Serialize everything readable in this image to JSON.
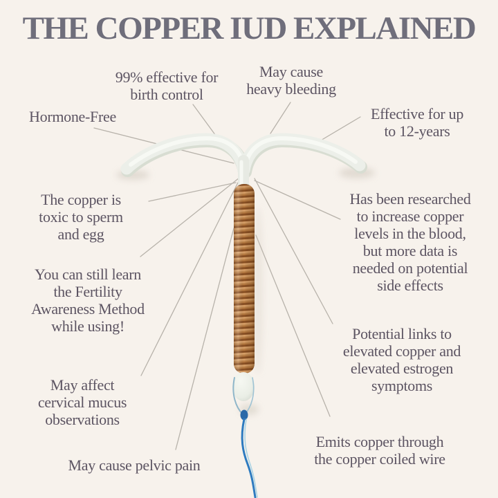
{
  "title": "THE COPPER IUD EXPLAINED",
  "colors": {
    "background": "#f7f2ec",
    "title-color": "#6f6e7b",
    "text-color": "#5c5462",
    "line-color": "#b7b2aa",
    "copper": "#b5783f",
    "copper-dark": "#8a5023",
    "copper-light": "#d9a169",
    "device-white": "#ecefe9",
    "string-blue": "#2e7bc0"
  },
  "annotations": [
    {
      "id": "effective-99",
      "text": "99% effective for\nbirth control"
    },
    {
      "id": "heavy-bleeding",
      "text": "May cause\nheavy bleeding"
    },
    {
      "id": "hormone-free",
      "text": "Hormone-Free"
    },
    {
      "id": "effective-12-years",
      "text": "Effective for up\nto 12-years"
    },
    {
      "id": "copper-toxic",
      "text": "The copper is\ntoxic to sperm\nand egg"
    },
    {
      "id": "researched-copper",
      "text": "Has been researched\nto increase copper\nlevels in the blood,\nbut more data is\nneeded on potential\nside effects"
    },
    {
      "id": "fertility-awareness",
      "text": "You can still learn\nthe Fertility\nAwareness Method\nwhile using!"
    },
    {
      "id": "potential-links",
      "text": "Potential links to\nelevated copper and\nelevated estrogen\nsymptoms"
    },
    {
      "id": "cervical-mucus",
      "text": "May affect\ncervical mucus\nobservations"
    },
    {
      "id": "emits-copper",
      "text": "Emits copper through\nthe copper coiled wire"
    },
    {
      "id": "pelvic-pain",
      "text": "May cause pelvic pain"
    }
  ]
}
